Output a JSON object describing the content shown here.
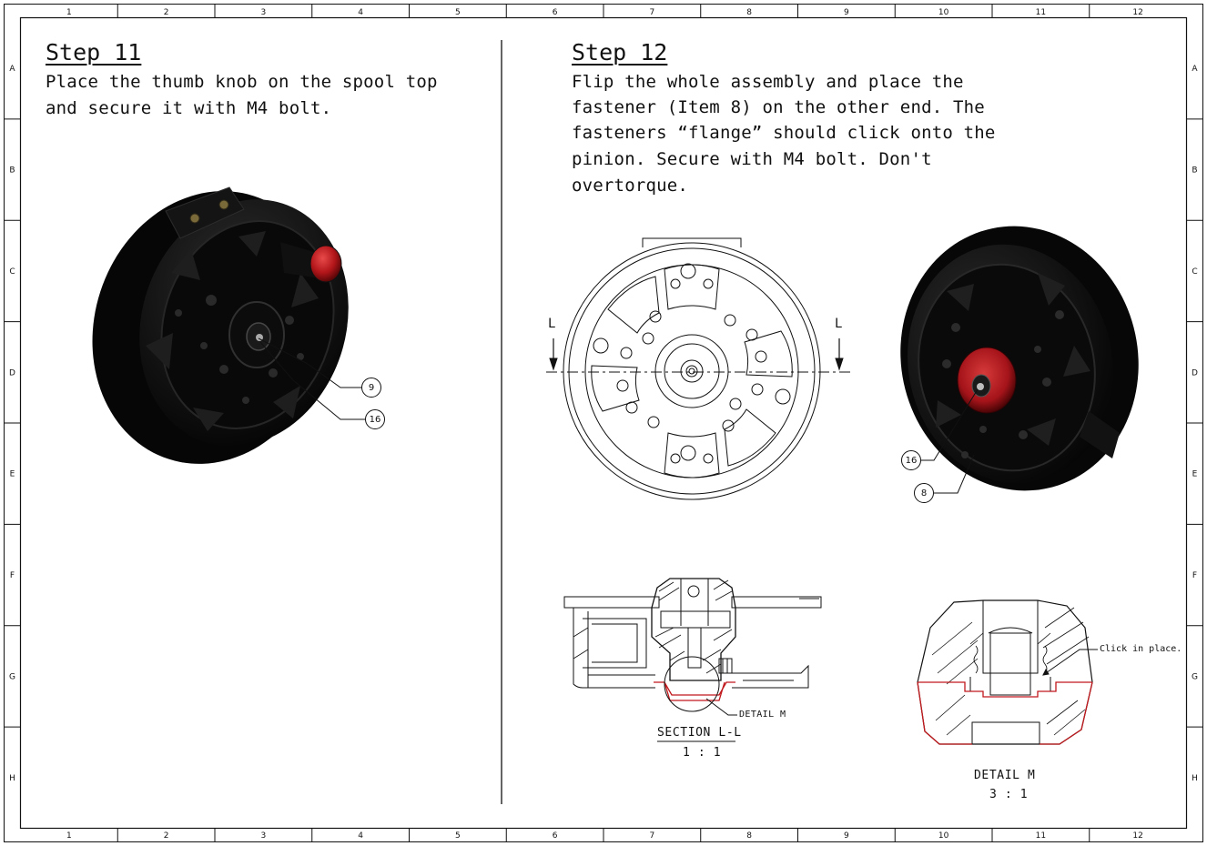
{
  "frame": {
    "columns": [
      "1",
      "2",
      "3",
      "4",
      "5",
      "6",
      "7",
      "8",
      "9",
      "10",
      "11",
      "12"
    ],
    "rows": [
      "A",
      "B",
      "C",
      "D",
      "E",
      "F",
      "G",
      "H"
    ]
  },
  "step11": {
    "title": "Step 11",
    "lines": [
      "Place the thumb knob on the spool top",
      "and secure it with M4 bolt."
    ],
    "balloons": [
      "9",
      "16"
    ]
  },
  "step12": {
    "title": "Step 12",
    "lines": [
      "Flip the whole assembly and place the",
      "fastener (Item 8) on the other end. The",
      "fasteners “flange” should click onto the",
      "pinion. Secure with M4 bolt. Don't",
      "overtorque."
    ],
    "section_markers": [
      "L",
      "L"
    ],
    "balloons": [
      "16",
      "8"
    ]
  },
  "section_view": {
    "detail_callout": "DETAIL M",
    "title": "SECTION L-L",
    "scale": "1 : 1"
  },
  "detail_view": {
    "note": "Click in place.",
    "title": "DETAIL M",
    "scale": "3 : 1"
  },
  "colors": {
    "line": "#111111",
    "accent_red": "#c0181c",
    "reel_body": "#0b0b0b"
  }
}
